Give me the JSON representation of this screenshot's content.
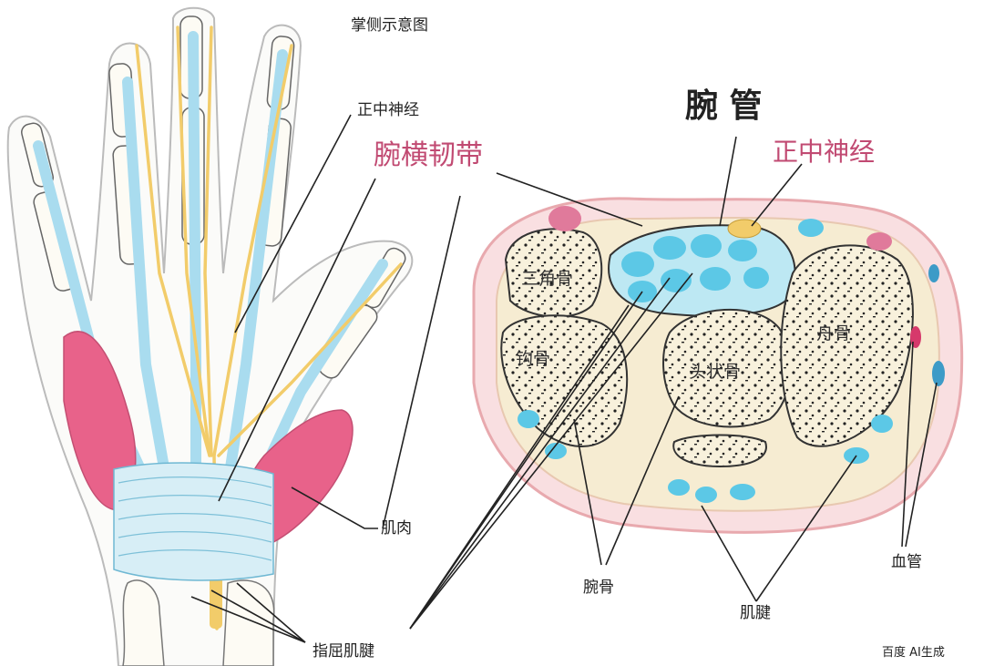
{
  "title": "掌侧示意图",
  "labels": {
    "median_nerve_left": "正中神经",
    "transverse_ligament": "腕横韧带",
    "muscle": "肌肉",
    "flexor_tendons": "指屈肌腱",
    "carpal_tunnel": "腕  管",
    "median_nerve_right": "正中神经",
    "triquetrum": "三角骨",
    "hamate": "钩骨",
    "capitate": "头状骨",
    "scaphoid": "舟骨",
    "carpal_bones": "腕骨",
    "tendons": "肌腱",
    "blood_vessels": "血管"
  },
  "watermark": "百度 AI生成",
  "colors": {
    "tendon": "#a9dcef",
    "nerve": "#f2cc6a",
    "muscle": "#e8628a",
    "bone": "#f7efd6",
    "outline": "#333333",
    "accent_pink": "#c14a72",
    "tunnel_blue": "#5cc8e6"
  }
}
